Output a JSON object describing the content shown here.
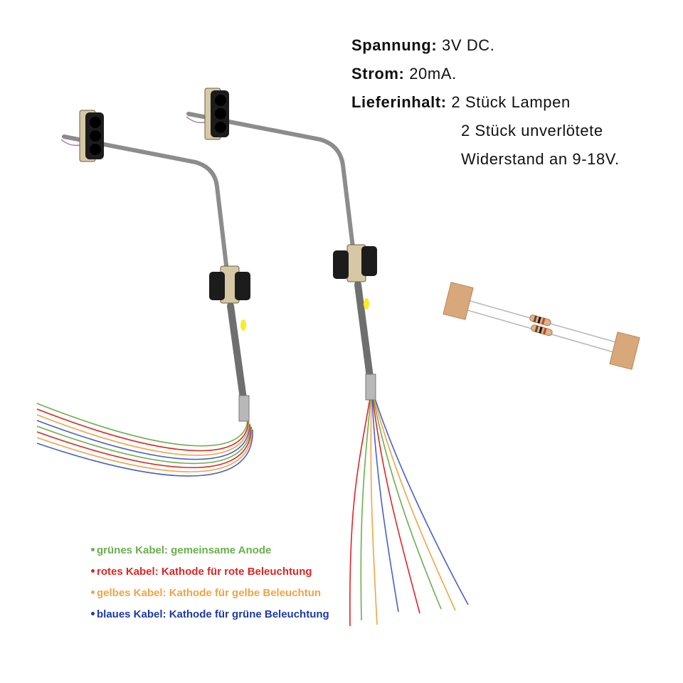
{
  "colors": {
    "background": "#ffffff",
    "pole": "#8c8c8c",
    "signal_housing": "#1c1c1c",
    "mount_plate": "#d6c8a4",
    "resistor_paper": "#d9a87a",
    "wire_green": "#6ab04c",
    "wire_red": "#e02424",
    "wire_yellow": "#f2a444",
    "wire_blue": "#4a5ed0"
  },
  "specs": [
    {
      "label": "Spannung:",
      "value": " 3V DC."
    },
    {
      "label": "Strom:",
      "value": " 20mA."
    },
    {
      "label": "Lieferinhalt:",
      "value": " 2 Stück Lampen"
    }
  ],
  "specs_continuation": [
    "2 Stück unverlötete",
    "Widerstand an 9-18V."
  ],
  "legend": [
    {
      "text": "grünes Kabel: gemeinsame Anode",
      "color": "#6ab04c"
    },
    {
      "text": "rotes Kabel: Kathode für rote Beleuchtung",
      "color": "#e02424"
    },
    {
      "text": "gelbes Kabel: Kathode für gelbe Beleuchtun",
      "color": "#f2a444"
    },
    {
      "text": "blaues Kabel: Kathode für grüne Beleuchtung",
      "color": "#1e3aa8"
    }
  ]
}
